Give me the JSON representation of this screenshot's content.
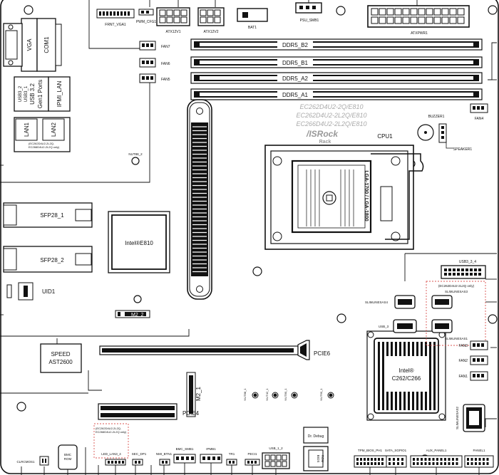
{
  "board": {
    "models": [
      "EC262D4U2-2Q/E810",
      "EC262D4U2-2L2Q/E810",
      "EC266D4U2-2L2Q/E810"
    ],
    "brand": "/ISRock",
    "brand_sub": "Rack",
    "cpu_label": "CPU1",
    "socket_text": [
      "LGA-1700 / LGA-1800"
    ]
  },
  "connectors": {
    "frnt_vga": "FRNT_VGA1",
    "pwm_cfg": "PWM_CFG1",
    "atx12v1": "ATX12V1",
    "atx12v2": "ATX12V2",
    "bat1": "BAT1",
    "psu_smb": "PSU_SMB1",
    "atxpwr": "ATXPWR1",
    "fan7": "FAN7",
    "fan6": "FAN6",
    "fan5": "FAN5",
    "fan4": "FAN4",
    "fan3": "FAN3",
    "fan2": "FAN2",
    "fan1": "FAN1",
    "buzzer": "BUZZER1",
    "speaker": "SPEAKER1",
    "nut_bottom": "NUT88_2",
    "nuts": [
      "NUT88_1",
      "NUT42_1",
      "NUT80_1",
      "NUT60_1"
    ],
    "usb3_4": "USB3_3_4",
    "slimline_note": "(EC262D4U2-2L2Q only)",
    "slimline_s3": "SLIMLINESAS3",
    "slimline_s4": "SLIMLINESAS4",
    "slimline_s1": "SLIMLINESAS1",
    "slimline_s2": "SLIMLINESAS2",
    "usb3": "USB_3",
    "tpm": "TPM_BIOS_PH1",
    "sata_sgpio": "SATA_SGPIO1",
    "aux_panel": "AUX_PANEL1",
    "panel": "PANEL1",
    "pcie4": "PCIE4",
    "pcie6": "PCIE6",
    "m2_1": "M2_1",
    "m2_2": "M2_2",
    "led_lan": "LED_LAN3_4",
    "led_lan_note": [
      "(EC262D4U2-2L2Q,",
      "EC266D4U2-2L2Q only)"
    ],
    "sec_dp": "SEC_DP1",
    "nmi_btn": "NMI_BTN1",
    "bmc_smb": "BMC_SMB1",
    "ipmb": "IPMB1",
    "tr1": "TR1",
    "pecl": "PECI1",
    "usb12": "USB_1_2",
    "dr_debug": "Dr. Debug",
    "clrcmos": "CLRCMOS1",
    "bmc_rom": [
      "BMC",
      "ROM"
    ],
    "bios_rom": [
      "BIOS",
      "ROM"
    ]
  },
  "io": {
    "vga": "VGA",
    "com": "COM1",
    "usb_stack": [
      "USB3_2",
      "USB3_1",
      "USB 3.2",
      "Gen1 Ports"
    ],
    "ipmi_lan": "IPMI_LAN",
    "lan1": "LAN1",
    "lan2": "LAN2",
    "lan_note": [
      "(EC262D4U2-2L2Q,",
      "EC266D4U2-2L2Q only)"
    ],
    "sfp1": "SFP28_1",
    "sfp2": "SFP28_2",
    "uid": "UID1"
  },
  "dimms": [
    "DDR5_B2",
    "DDR5_B1",
    "DDR5_A2",
    "DDR5_A1"
  ],
  "chips": {
    "nic": "Intel®E810",
    "pch": [
      "Intel®",
      "C262/C266"
    ],
    "bmc": [
      "SPEED",
      "AST2600"
    ]
  }
}
